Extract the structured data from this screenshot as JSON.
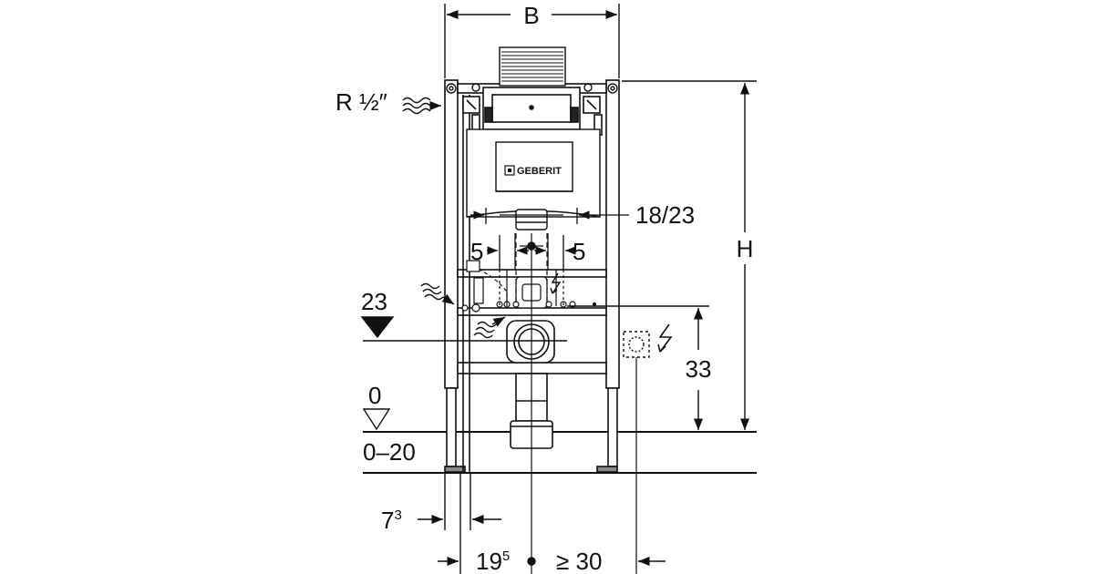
{
  "labels": {
    "width": "B",
    "height": "H",
    "water_connection": "R ½″",
    "flush_pipe_spacing": "18/23",
    "left_offset": "5",
    "right_offset": "5",
    "drain_height": "23",
    "floor_level": "0",
    "floor_range": "0–20",
    "frame_offset_main": "7",
    "frame_offset_sup": "3",
    "axis_distance_main": "19",
    "axis_distance_sup": "5",
    "min_distance": "≥ 30",
    "socket_height": "33",
    "brand": "GEBERIT"
  },
  "colors": {
    "line": "#111111",
    "fill": "#ffffff",
    "shade": "#dddddd"
  }
}
